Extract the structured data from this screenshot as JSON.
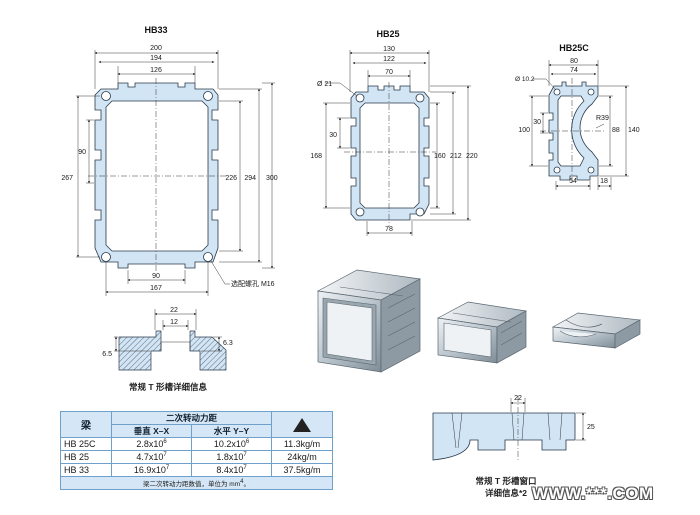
{
  "profiles": {
    "hb33": {
      "title": "HB33",
      "dims": {
        "w200": "200",
        "w194": "194",
        "w126": "126",
        "w90": "90",
        "w167": "167",
        "h267": "267",
        "h90": "90",
        "h226": "226",
        "h294": "294",
        "h300": "300"
      },
      "screw_note": "选配螺孔 M16"
    },
    "hb25": {
      "title": "HB25",
      "dims": {
        "w130": "130",
        "w122": "122",
        "w70": "70",
        "w78": "78",
        "d21": "Ø 21",
        "h30": "30",
        "h168": "168",
        "h160": "160",
        "h212": "212",
        "h220": "220"
      }
    },
    "hb25c": {
      "title": "HB25C",
      "dims": {
        "w80": "80",
        "w74": "74",
        "d102": "Ø 10.2",
        "h30": "30",
        "h100": "100",
        "r39": "R39",
        "h88": "88",
        "h140": "140",
        "w54": "54",
        "w18": "18"
      }
    }
  },
  "tslot": {
    "caption": "常规 T 形槽详细信息",
    "dims": {
      "w22": "22",
      "w12": "12",
      "h65": "6.5",
      "h63": "6.3"
    }
  },
  "window": {
    "caption_line1": "常规 T 形槽窗口",
    "caption_line2": "详细信息*2",
    "dims": {
      "w22": "22",
      "h25": "25"
    }
  },
  "table": {
    "beam_header": "梁",
    "group_header": "二次转动力距",
    "col_vertical": "垂直 X–X",
    "col_horizontal": "水平 Y–Y",
    "weight_icon": "weight-icon",
    "rows": [
      {
        "beam": "HB 25C",
        "vx": "2.8x10",
        "vx_exp": "6",
        "hy": "10.2x10",
        "hy_exp": "6",
        "weight": "11.3kg/m"
      },
      {
        "beam": "HB  25",
        "vx": "4.7x10",
        "vx_exp": "7",
        "hy": "1.8x10",
        "hy_exp": "7",
        "weight": "24kg/m"
      },
      {
        "beam": "HB  33",
        "vx": "16.9x10",
        "vx_exp": "7",
        "hy": "8.4x10",
        "hy_exp": "7",
        "weight": "37.5kg/m"
      }
    ],
    "note": "梁二次转动力距数值，单位为 mm",
    "note_exp": "4",
    "note_end": "。"
  },
  "watermark": "WWW.***.COM",
  "colors": {
    "profile_fill": "#d2e5f5",
    "table_header": "#d5e7f6",
    "table_border": "#6f9fcb"
  }
}
